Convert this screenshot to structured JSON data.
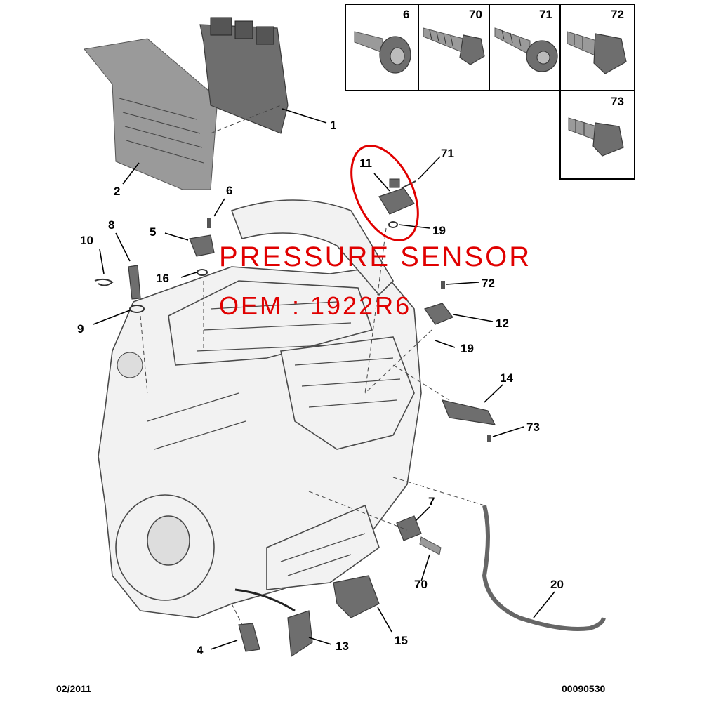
{
  "fastener_box": {
    "labels": [
      "6",
      "70",
      "71",
      "72",
      "73"
    ]
  },
  "callouts": {
    "c1": "1",
    "c2": "2",
    "c6": "6",
    "c8": "8",
    "c10": "10",
    "c5": "5",
    "c16": "16",
    "c9": "9",
    "c11": "11",
    "c71": "71",
    "c19a": "19",
    "c72": "72",
    "c12": "12",
    "c19b": "19",
    "c14": "14",
    "c73": "73",
    "c7": "7",
    "c70": "70",
    "c20": "20",
    "c4": "4",
    "c13": "13",
    "c15": "15"
  },
  "overlay": {
    "title": "PRESSURE SENSOR",
    "oem": "OEM : 1922R6",
    "highlight_color": "#e00000"
  },
  "footer": {
    "date": "02/2011",
    "reference": "00090530"
  }
}
